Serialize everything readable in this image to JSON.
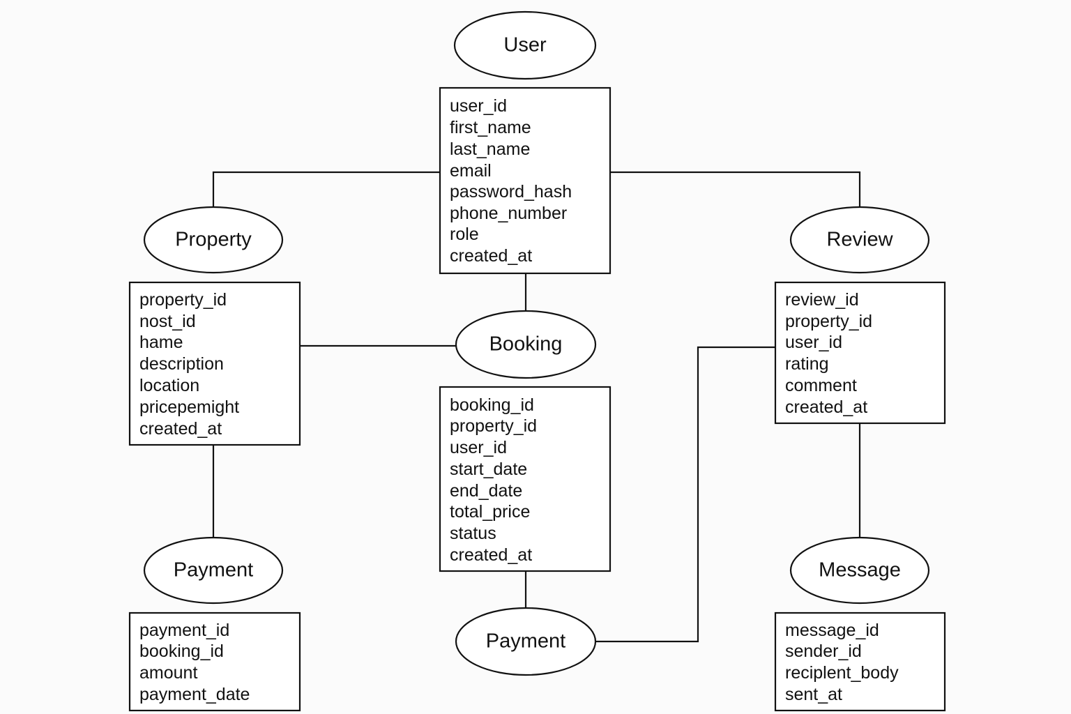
{
  "entities": [
    {
      "id": "user",
      "label": "User",
      "attributes": [
        "user_id",
        "first_name",
        "last_name",
        "email",
        "password_hash",
        "phone_number",
        "role",
        "created_at"
      ]
    },
    {
      "id": "property",
      "label": "Property",
      "attributes": [
        "property_id",
        "nost_id",
        "hame",
        "description",
        "location",
        "pricepemight",
        "created_at"
      ]
    },
    {
      "id": "review",
      "label": "Review",
      "attributes": [
        "review_id",
        "property_id",
        "user_id",
        "rating",
        "comment",
        "created_at"
      ]
    },
    {
      "id": "booking",
      "label": "Booking",
      "attributes": [
        "booking_id",
        "property_id",
        "user_id",
        "start_date",
        "end_date",
        "total_price",
        "status",
        "created_at"
      ]
    },
    {
      "id": "payment-left",
      "label": "Payment",
      "attributes": [
        "payment_id",
        "booking_id",
        "amount",
        "payment_date"
      ]
    },
    {
      "id": "message",
      "label": "Message",
      "attributes": [
        "message_id",
        "sender_id",
        "reciplent_body",
        "sent_at"
      ]
    },
    {
      "id": "payment-center",
      "label": "Payment",
      "attributes": []
    }
  ],
  "connections": [
    {
      "from": "user",
      "to": "property"
    },
    {
      "from": "user",
      "to": "review"
    },
    {
      "from": "user",
      "to": "booking"
    },
    {
      "from": "property",
      "to": "booking"
    },
    {
      "from": "property",
      "to": "payment-left"
    },
    {
      "from": "review",
      "to": "message"
    },
    {
      "from": "booking",
      "to": "payment-center"
    },
    {
      "from": "payment-center",
      "to": "review"
    }
  ]
}
